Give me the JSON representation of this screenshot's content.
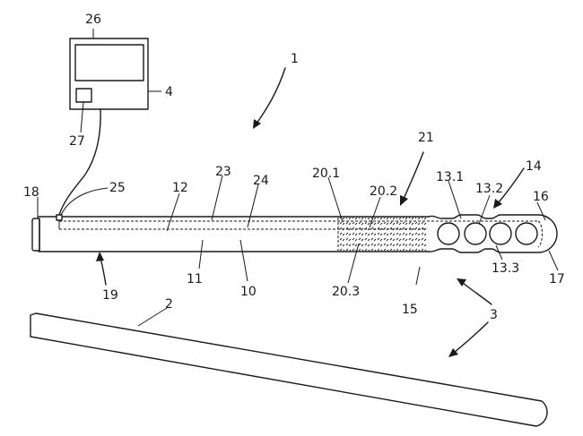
{
  "labels": {
    "l1": "1",
    "l2": "2",
    "l3": "3",
    "l4": "4",
    "l10": "10",
    "l11": "11",
    "l12": "12",
    "l13_1": "13.1",
    "l13_2": "13.2",
    "l13_3": "13.3",
    "l14": "14",
    "l15": "15",
    "l16": "16",
    "l17": "17",
    "l18": "18",
    "l19": "19",
    "l20_1": "20.1",
    "l20_2": "20.2",
    "l20_3": "20.3",
    "l21": "21",
    "l23": "23",
    "l24": "24",
    "l25": "25",
    "l26": "26",
    "l27": "27"
  }
}
